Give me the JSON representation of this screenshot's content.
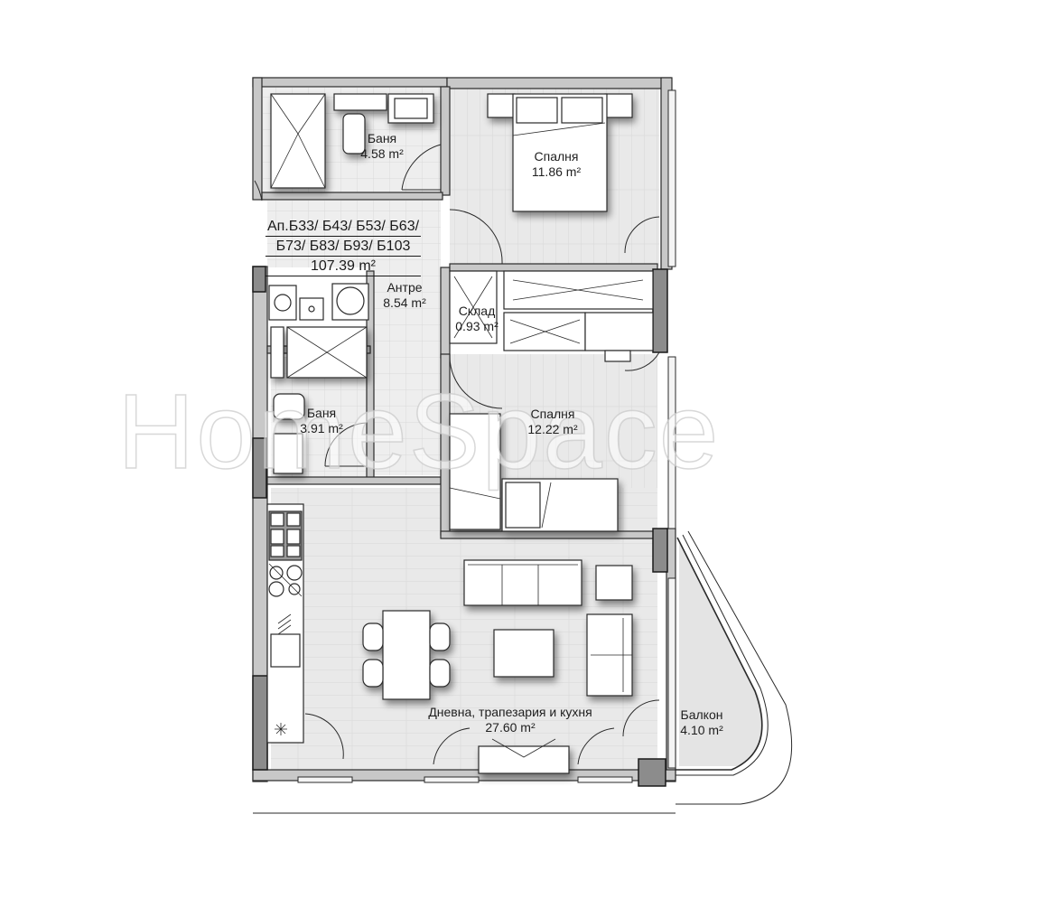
{
  "apartment": {
    "title_line1": "Ап.Б33/ Б43/ Б53/ Б63/",
    "title_line2": "Б73/ Б83/ Б93/ Б103",
    "total_area": "107.39 m²"
  },
  "rooms": [
    {
      "id": "bathroom-1",
      "name": "Баня",
      "area": "4.58 m²"
    },
    {
      "id": "bedroom-1",
      "name": "Спалня",
      "area": "11.86 m²"
    },
    {
      "id": "hallway",
      "name": "Антре",
      "area": "8.54 m²"
    },
    {
      "id": "storage",
      "name": "Склад",
      "area": "0.93 m²"
    },
    {
      "id": "bathroom-2",
      "name": "Баня",
      "area": "3.91 m²"
    },
    {
      "id": "bedroom-2",
      "name": "Спалня",
      "area": "12.22 m²"
    },
    {
      "id": "living",
      "name": "Дневна, трапезария и кухня",
      "area": "27.60 m²"
    },
    {
      "id": "balcony",
      "name": "Балкон",
      "area": "4.10 m²"
    }
  ],
  "watermark": "HomeSpace",
  "colors": {
    "wall_fill": "#c8c8c8",
    "wall_dark": "#8c8c8c",
    "floor_tile": "#ececec",
    "floor_wood": "#e6e6e6",
    "line": "#2a2a2a",
    "furniture": "#ffffff"
  }
}
